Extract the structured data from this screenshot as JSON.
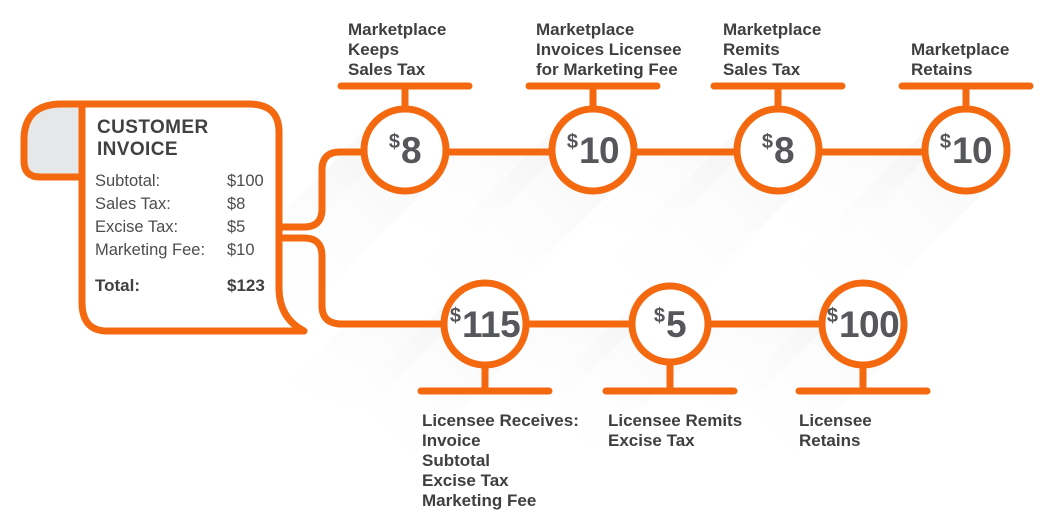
{
  "colors": {
    "accent_orange": "#F4690F",
    "text_dark": "#414042",
    "text_gray": "#4D4D4F",
    "paper_curl_gray": "#E6E7E8"
  },
  "invoice": {
    "title_line1": "CUSTOMER",
    "title_line2": "INVOICE",
    "items": [
      {
        "label": "Subtotal:",
        "value": "$100"
      },
      {
        "label": "Sales Tax:",
        "value": "$8"
      },
      {
        "label": "Excise Tax:",
        "value": "$5"
      },
      {
        "label": "Marketing Fee:",
        "value": "$10"
      }
    ],
    "total": {
      "label": "Total:",
      "value": "$123"
    }
  },
  "top_row": [
    {
      "label_lines": [
        "Marketplace",
        "Keeps",
        "Sales Tax"
      ],
      "currency": "$",
      "amount": "8"
    },
    {
      "label_lines": [
        "Marketplace",
        "Invoices Licensee",
        "for Marketing Fee"
      ],
      "currency": "$",
      "amount": "10"
    },
    {
      "label_lines": [
        "Marketplace",
        "Remits",
        "Sales Tax"
      ],
      "currency": "$",
      "amount": "8"
    },
    {
      "label_lines": [
        "Marketplace",
        "Retains"
      ],
      "currency": "$",
      "amount": "10"
    }
  ],
  "bottom_row": [
    {
      "label_lines": [
        "Licensee Receives:",
        "Invoice",
        "Subtotal",
        "Excise Tax",
        "Marketing Fee"
      ],
      "currency": "$",
      "amount": "115"
    },
    {
      "label_lines": [
        "Licensee Remits",
        "Excise Tax"
      ],
      "currency": "$",
      "amount": "5"
    },
    {
      "label_lines": [
        "Licensee",
        "Retains"
      ],
      "currency": "$",
      "amount": "100"
    }
  ]
}
